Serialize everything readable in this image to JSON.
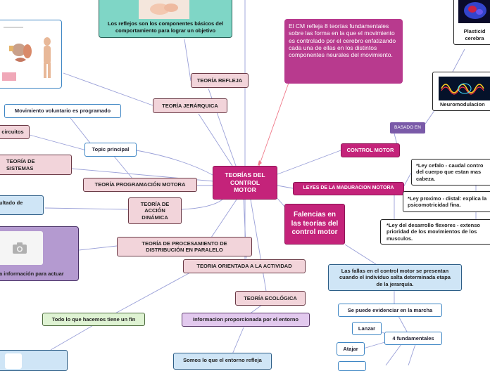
{
  "center": {
    "title": "TEORÍAS DEL CONTROL MOTOR"
  },
  "note": {
    "text": "El CM refleja 8 teorías fundamentales  sobre las forma en la que el movimiento es controlado por el cerebro enfatizando cada una de ellas en los distintos componentes neurales del movimiento."
  },
  "falencias": {
    "title": "Falencias en las teorías del control motor"
  },
  "nodes": {
    "reflejos_top": "Los reflejos son los componentes básicos del comportamiento para lograr un objetivo",
    "teoria_refleja": "TEORÍA REFLEJA",
    "teoria_jerarquica": "TEORÍA JERÁRQUICA",
    "mov_voluntario": "Movimiento voluntario es programado",
    "circuitos": "circuitos",
    "topic_principal": "Topic principal",
    "teoria_sistemas": "TEORÍA DE SISTEMAS",
    "teoria_programacion": "TEORÍA PROGRAMACIÓN MOTORA",
    "resultado_de": "ultado de",
    "teoria_accion": "TEORÍA DE ACCIÓN DINÁMICA",
    "informacion_actuar": "a información para actuar",
    "teoria_procesamiento": "TEORÍA DE PROCESAMIENTO DE DISTRIBUCIÓN EN PARALELO",
    "teoria_orientada": "TEORIA ORIENTADA A LA ACTIVIDAD",
    "teoria_ecologica": "TEORÍA ECOLÓGICA",
    "todo_lo_que": "Todo lo que hacemos tiene un fin",
    "informacion_entorno": "Informacion proporcionada por el entorno",
    "somos_entorno": "Somos lo que el entorno refleja",
    "basado_en": "BASADO EN",
    "control_motor": "CONTROL MOTOR",
    "plasticidad": "Plasticid cerebra",
    "neuromodulacion": "Neuromodulacion",
    "leyes_maduracion": "LEYES DE LA MADURACION MOTORA",
    "ley_cefalo": "*Ley cefalo - caudal contro del cuerpo que estan mas cabeza.",
    "ley_proximo": "*Ley proximo - distal: explica la psicomotricidad fina.",
    "ley_desarrollo": "*Ley del desarrollo flexores - extenso prioridad de los movimientos de los musculos.",
    "fallas": "Las fallas en el control motor se presentan cuando el individuo salta determinada etapa de la jerarquía.",
    "evidenciar_marcha": "Se puede evidenciar en la marcha",
    "lanzar": "Lanzar",
    "fundamentales": "4 fundamentales",
    "atajar": "Atajar"
  },
  "colors": {
    "center": "#c4237a",
    "edge": "#8a8fd0",
    "edge_red": "#f07a8a"
  }
}
